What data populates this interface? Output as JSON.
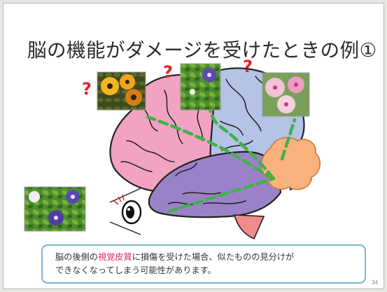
{
  "slide": {
    "title": "脳の機能がダメージを受けたときの例①",
    "caption_prefix": "脳の後側の",
    "caption_highlight": "視覚皮質",
    "caption_suffix": "に損傷を受けた場合、似たものの見分けが",
    "caption_line2": "できなくなってしまう可能性があります。",
    "page_number": "34",
    "question_mark": "?",
    "colors": {
      "frontal_lobe": "#f2a3c2",
      "parietal_lobe": "#b4c3e6",
      "temporal_lobe": "#9b82c8",
      "visual_cortex": "#f9b27c",
      "pathway": "#3fb24a",
      "question": "#e4222b",
      "caption_border": "#7fb3d8",
      "highlight": "#e0245e"
    },
    "icons": [
      "eye-icon",
      "question-mark-icon",
      "pansy-photo",
      "morning-glory-photo",
      "petunia-photo"
    ]
  }
}
